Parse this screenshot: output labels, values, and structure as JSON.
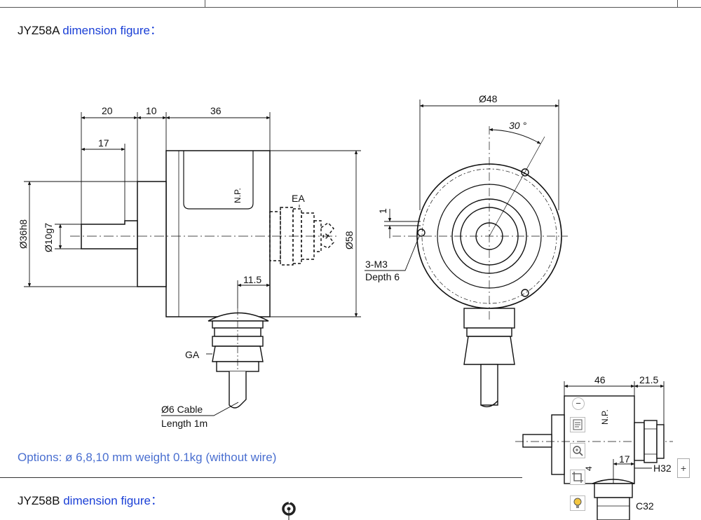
{
  "section_a": {
    "title_code": "JYZ58A",
    "title_text": " dimension figure："
  },
  "section_b": {
    "title_code": "JYZ58B",
    "title_text": " dimension figure："
  },
  "options_text": "Options: ø 6,8,10 mm weight 0.1kg (without wire)",
  "side_view": {
    "dim_20": "20",
    "dim_10": "10",
    "dim_36": "36",
    "dim_17": "17",
    "dia_36h8": "Ø36h8",
    "dia_10g7": "Ø10g7",
    "dia_58": "Ø58",
    "np_label": "N.P.",
    "ea_label": "EA",
    "dim_11_5": "11.5",
    "ga_label": "GA",
    "cable_label": "Ø6 Cable",
    "length_label": "Length 1m"
  },
  "front_view": {
    "dia_48": "Ø48",
    "angle_30": "30 °",
    "dim_1": "1",
    "holes_label": "3-M3",
    "depth_label": "Depth 6"
  },
  "inset_view": {
    "dim_46": "46",
    "dim_21_5": "21.5",
    "dim_17": "17",
    "np_label": "N.P.",
    "h32_label": "H32",
    "c32_label": "C32",
    "dim_4": "4"
  },
  "toolbar": {
    "collapse_glyph": "−",
    "plus_glyph": "+"
  }
}
